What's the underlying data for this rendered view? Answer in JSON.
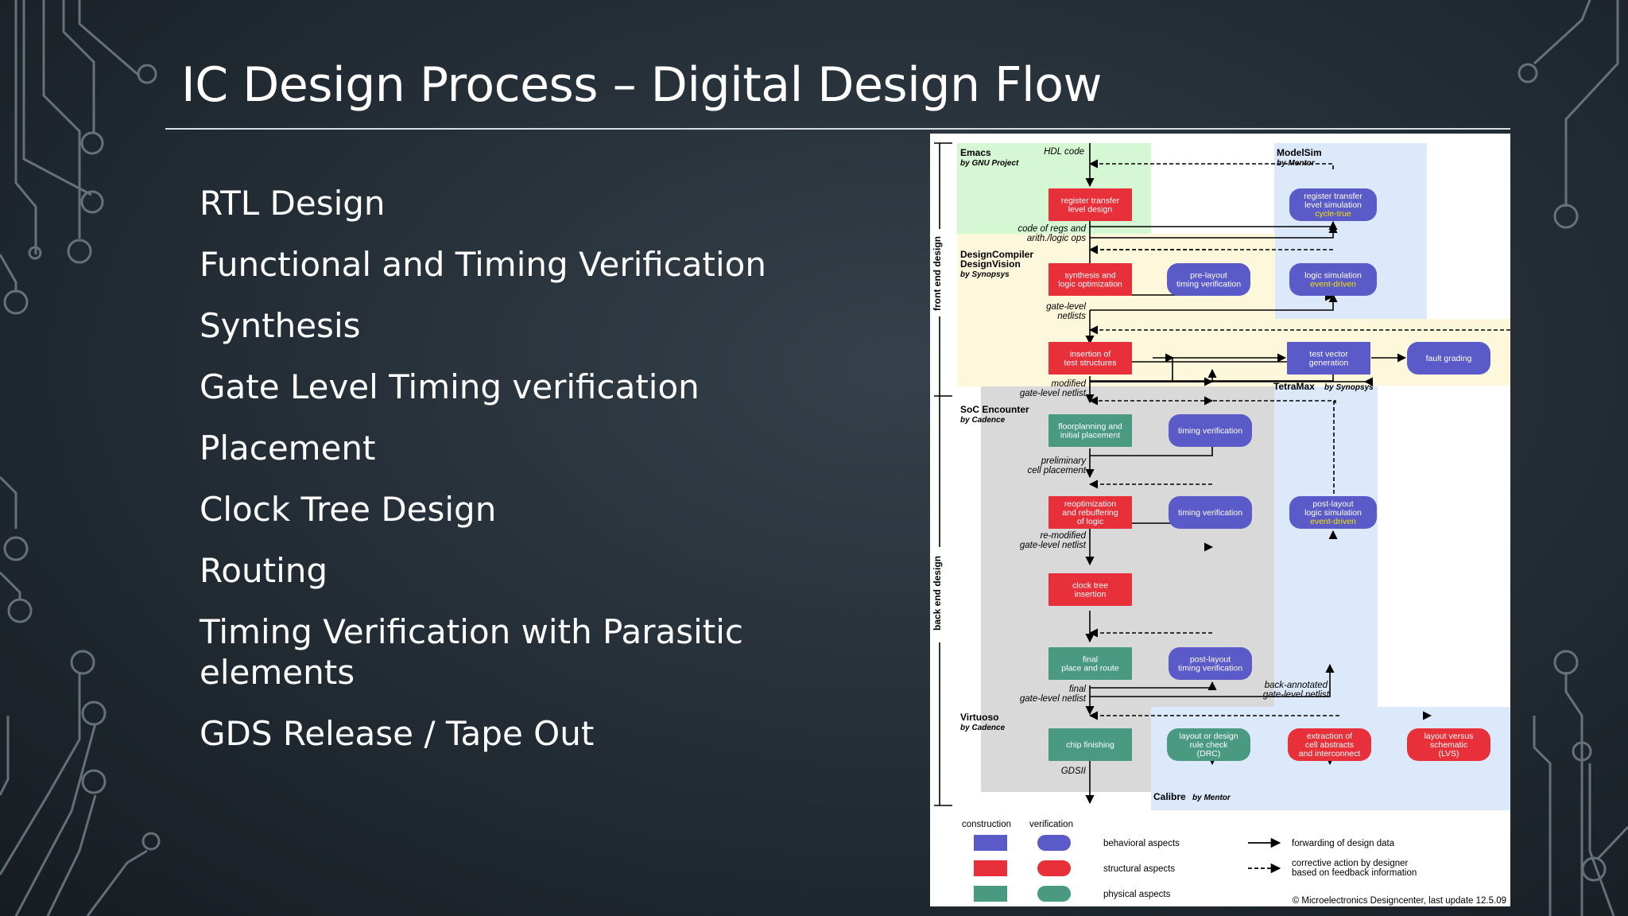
{
  "slide": {
    "title": "IC Design Process – Digital Design Flow",
    "bullets": [
      "RTL Design",
      "Functional and Timing Verification",
      "Synthesis",
      "Gate Level Timing verification",
      "Placement",
      "Clock Tree Design",
      "Routing",
      "Timing Verification with Parasitic elements",
      "GDS Release / Tape Out"
    ]
  },
  "diagram": {
    "colors": {
      "behavioral": "#5a5ac8",
      "structural": "#e8303a",
      "physical": "#4a9a82",
      "emacs_zone": "#d6f7d3",
      "modelsim_zone": "#dce9fb",
      "synopsys_zone": "#fdf7dc",
      "cadence_zone": "#d9d9d9"
    },
    "stages": {
      "front_end": "front end design",
      "back_end": "back end design"
    },
    "tools": {
      "emacs": "Emacs",
      "emacs_by": "by GNU Project",
      "modelsim": "ModelSim",
      "modelsim_by": "by Mentor",
      "dc1": "DesignCompiler",
      "dc2": "DesignVision",
      "dc_by": "by Synopsys",
      "tetramax": "TetraMax",
      "tetramax_by": "by Synopsys",
      "encounter": "SoC Encounter",
      "encounter_by": "by Cadence",
      "virtuoso": "Virtuoso",
      "virtuoso_by": "by Cadence",
      "calibre": "Calibre",
      "calibre_by": "by Mentor"
    },
    "boxes": {
      "rtl": [
        "register transfer",
        "level design"
      ],
      "rtl_sim": [
        "register transfer",
        "level simulation",
        "cycle-true"
      ],
      "synth": [
        "synthesis and",
        "logic optimization"
      ],
      "prelayout": [
        "pre-layout",
        "timing verification"
      ],
      "logic_sim": [
        "logic simulation",
        "event-driven"
      ],
      "test_ins": [
        "insertion of",
        "test structures"
      ],
      "tvg": [
        "test vector",
        "generation"
      ],
      "fault": [
        "fault grading"
      ],
      "floorplan": [
        "floorplanning and",
        "initial placement"
      ],
      "tv1": [
        "timing verification"
      ],
      "reopt": [
        "reoptimization",
        "and rebuffering",
        "of logic"
      ],
      "tv2": [
        "timing verification"
      ],
      "postsim": [
        "post-layout",
        "logic simulation",
        "event-driven"
      ],
      "cts": [
        "clock tree",
        "insertion"
      ],
      "final_pr": [
        "final",
        "place and route"
      ],
      "post_tv": [
        "post-layout",
        "timing verification"
      ],
      "chip": [
        "chip finishing"
      ],
      "drc": [
        "layout or design",
        "rule check",
        "(DRC)"
      ],
      "extract": [
        "extraction of",
        "cell abstracts",
        "and interconnect"
      ],
      "lvs": [
        "layout versus",
        "schematic",
        "(LVS)"
      ]
    },
    "annotations": {
      "hdl": "HDL code",
      "regs1": "code of regs and",
      "regs2": "arith./logic ops",
      "gl1": "gate-level",
      "gl2": "netlists",
      "mod1": "modified",
      "mod2": "gate-level netlist",
      "pre1": "preliminary",
      "pre2": "cell placement",
      "remod1": "re-modified",
      "remod2": "gate-level netlist",
      "fin1": "final",
      "fin2": "gate-level netlist",
      "ba1": "back-annotated",
      "ba2": "gate-level netlist",
      "gdsii": "GDSII"
    },
    "legend": {
      "construction": "construction",
      "verification": "verification",
      "behavioral": "behavioral aspects",
      "structural": "structural aspects",
      "physical": "physical aspects",
      "forward": "forwarding of design data",
      "corrective1": "corrective action by designer",
      "corrective2": "based on feedback information"
    },
    "copyright": "© Microelectronics Designcenter, last update  12.5.09"
  }
}
